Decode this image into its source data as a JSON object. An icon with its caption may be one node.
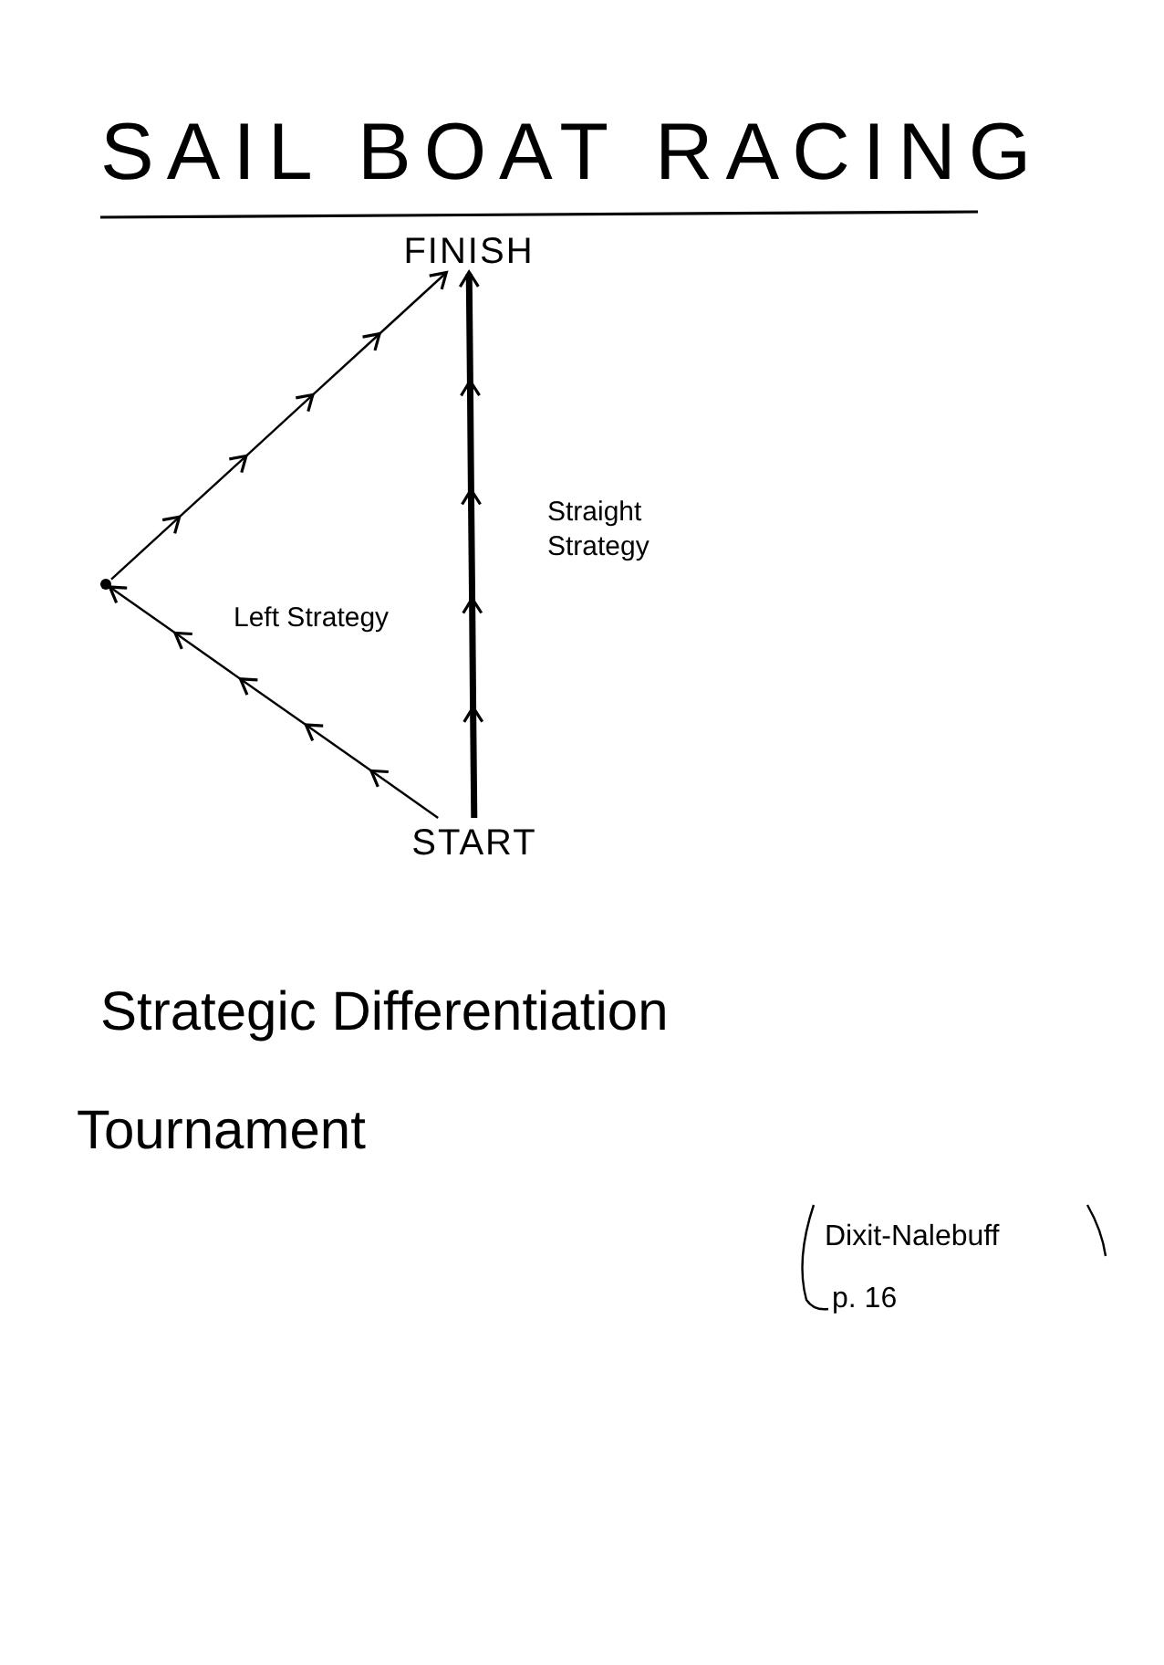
{
  "diagram": {
    "title": "SAIL BOAT RACING",
    "nodes": [
      {
        "text": [
          "FINISH"
        ]
      },
      {
        "text": [
          "START"
        ]
      },
      {
        "text": [],
        "shape": "circle"
      }
    ],
    "edges": [
      {
        "from": 1,
        "to": 2,
        "arrow": "to",
        "label": "Left Strategy"
      },
      {
        "from": 2,
        "to": 0,
        "arrow": "to"
      },
      {
        "from": 1,
        "to": 0,
        "arrow": "to",
        "label": "Straight Strategy",
        "style": "thick"
      }
    ],
    "labels": [
      "Strategic Differentiation",
      "Tournament",
      "Dixit-Nalebuff",
      "p. 16"
    ]
  }
}
